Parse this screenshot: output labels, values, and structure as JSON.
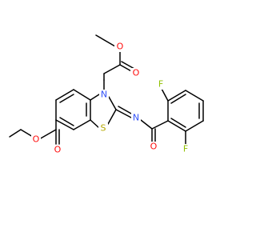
{
  "atoms": {
    "o_ester_carbonyl_top": "O",
    "o_ester_methoxy": "O",
    "n_ring": "N",
    "s_ring": "S",
    "n_imine": "N",
    "o_amide": "O",
    "f_top": "F",
    "f_bottom": "F",
    "o_ethyl_ester": "O",
    "o_ethyl_carbonyl": "O"
  },
  "colors": {
    "carbon_bond": "#000000",
    "oxygen": "#ff0d0d",
    "nitrogen": "#3050f8",
    "sulfur": "#b5a800",
    "fluorine": "#90c000"
  }
}
